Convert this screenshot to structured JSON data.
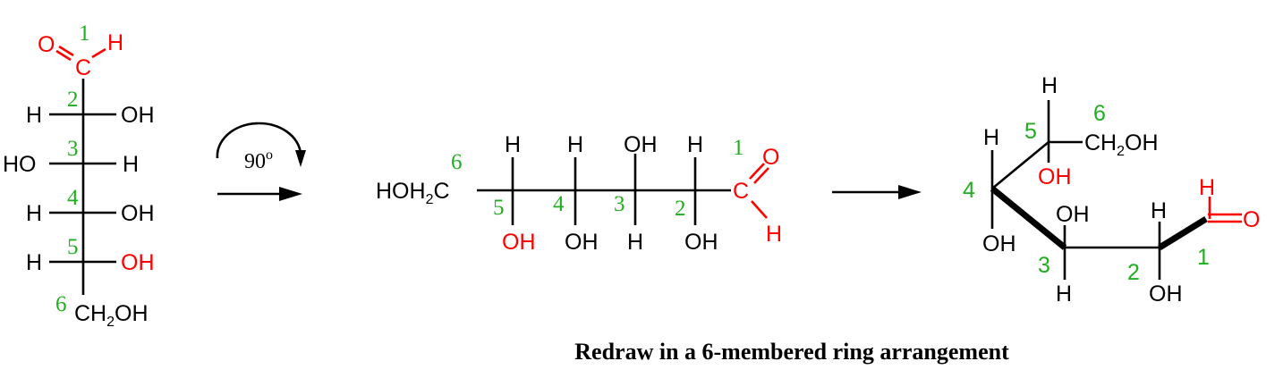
{
  "atoms": {
    "O": "O",
    "C": "C",
    "H": "H",
    "OH": "OH",
    "HO": "HO",
    "CH": "CH",
    "HOH": "HOH",
    "sub2": "2"
  },
  "numbers": [
    "1",
    "2",
    "3",
    "4",
    "5",
    "6"
  ],
  "rotation": {
    "value": "90",
    "unit": "o"
  },
  "caption": "Redraw in a 6-membered ring arrangement",
  "colors": {
    "highlight": "#ff0000",
    "numbering": "#1fae1f"
  }
}
